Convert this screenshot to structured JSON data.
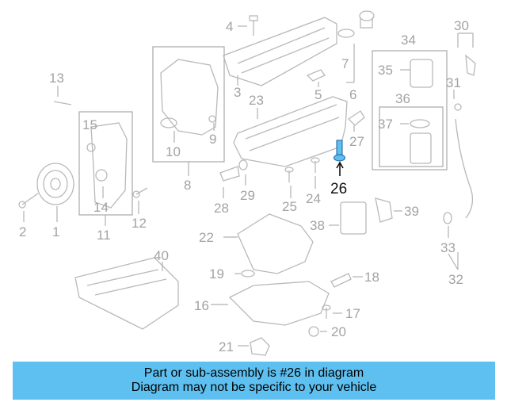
{
  "highlight": {
    "part": "26",
    "color": "#5ec0f0"
  },
  "colors": {
    "banner": "#5ec0f0",
    "callout": "#a3a3a3",
    "line": "#b9b9b9",
    "highlight_text": "#111111"
  },
  "callouts": {
    "n1": "1",
    "n2": "2",
    "n3": "3",
    "n4": "4",
    "n5": "5",
    "n6": "6",
    "n7": "7",
    "n8": "8",
    "n9": "9",
    "n10": "10",
    "n11": "11",
    "n12": "12",
    "n13": "13",
    "n14": "14",
    "n15": "15",
    "n16": "16",
    "n17": "17",
    "n18": "18",
    "n19": "19",
    "n20": "20",
    "n21": "21",
    "n22": "22",
    "n23": "23",
    "n24": "24",
    "n25": "25",
    "n26": "26",
    "n27": "27",
    "n28": "28",
    "n29": "29",
    "n30": "30",
    "n31": "31",
    "n32": "32",
    "n33": "33",
    "n34": "34",
    "n35": "35",
    "n36": "36",
    "n37": "37",
    "n38": "38",
    "n39": "39",
    "n40": "40"
  },
  "banner": {
    "line1": "Part or sub-assembly is #26 in diagram",
    "line2": "Diagram may not be specific to your vehicle"
  }
}
